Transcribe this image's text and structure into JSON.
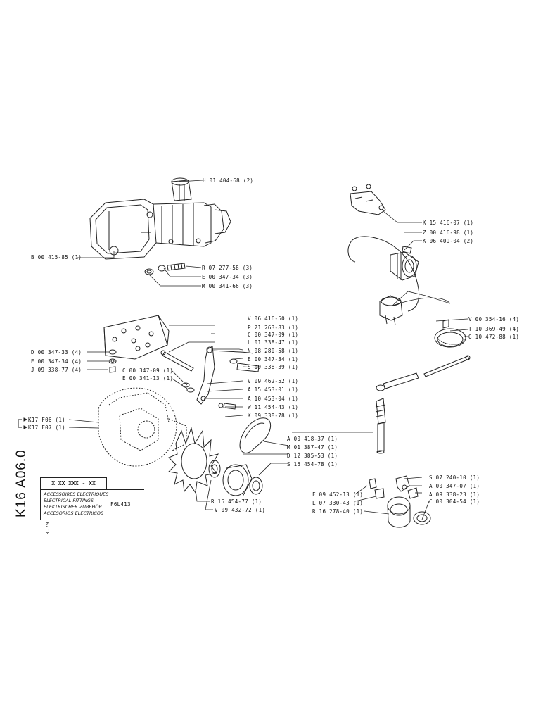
{
  "sheet": {
    "code": "K16 A06.0",
    "date": "10.79",
    "reference": "X XX XXX - XX",
    "captions": [
      "ACCESSOIRES ELECTRIQUES",
      "ELECTRICAL FITTINGS",
      "ELEKTRISCHER ZUBEHÖR",
      "ACCESORIOS ELECTRICOS"
    ],
    "model": "F6L413"
  },
  "labels": {
    "H_01_404_68": "H 01 404-68 (2)",
    "B_00_415_85": "B 00 415-85 (1)",
    "R_07_277_58": "R 07 277-58 (3)",
    "E_00_347_34_3": "E 00 347-34 (3)",
    "M_00_341_66": "M 00 341-66 (3)",
    "K_15_416_07": "K 15 416-07 (1)",
    "Z_00_416_98": "Z 00 416-98 (1)",
    "K_06_409_04": "K 06 409-04 (2)",
    "V_06_416_50": "V 06 416-50 (1)",
    "P_21_263_83": "P 21 263-83 (1)",
    "C_00_347_09_r": "C 00 347-09 (1)",
    "L_01_338_47": "L 01 338-47 (1)",
    "N_08_280_58": "N 08 280-58 (1)",
    "E_00_347_34_r": "E 00 347-34 (1)",
    "S_09_338_39": "S 09 338-39 (1)",
    "D_00_347_33": "D 00 347-33 (4)",
    "E_00_347_34_4": "E 00 347-34 (4)",
    "J_09_338_77": "J 09 338-77 (4)",
    "C_00_347_09_l": "C 00 347-09 (1)",
    "E_00_341_13": "E 00 341-13 (1)",
    "V_09_462_52": "V 09 462-52 (1)",
    "A_15_453_01": "A 15 453-01 (1)",
    "A_10_453_04": "A 10 453-04 (1)",
    "W_11_454_43": "W 11 454-43 (1)",
    "K_09_338_78": "K 09 338-78 (1)",
    "V_00_354_16": "V 00 354-16 (4)",
    "T_10_369_49": "T 10 369-49 (4)",
    "G_10_472_88": "G 10 472-88 (1)",
    "K17_F06": "K17  F06 (1)",
    "K17_F07": "K17  F07 (1)",
    "A_00_418_37": "A 00 418-37 (1)",
    "M_01_387_47": "M 01 387-47 (1)",
    "D_12_385_53": "D 12 385-53 (1)",
    "S_15_454_78": "S 15 454-78 (1)",
    "R_15_454_77": "R 15 454-77 (1)",
    "V_09_432_72": "V 09 432-72 (1)",
    "S_07_240_10": "S 07 240-10 (1)",
    "A_00_347_07": "A 00 347-07 (1)",
    "A_09_338_23": "A 09 338-23 (1)",
    "C_00_304_54": "C 00 304-54 (1)",
    "F_09_452_13": "F 09 452-13 (1)",
    "L_07_330_43": "L 07 330-43 (1)",
    "R_16_278_40": "R 16 278-40 (1)"
  }
}
